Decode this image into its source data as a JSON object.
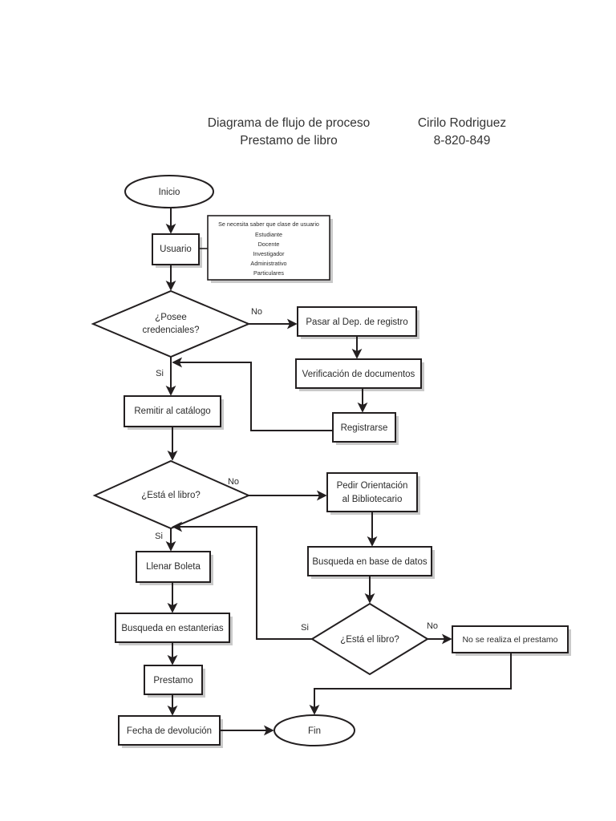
{
  "document": {
    "heading_title_line1": "Diagrama de flujo de proceso",
    "heading_title_line2": "Prestamo de libro",
    "author_name": "Cirilo Rodriguez",
    "author_id": "8-820-849",
    "background_color": "#ffffff",
    "ink_color": "#231f20"
  },
  "chart_data": {
    "type": "diagram",
    "diagram_kind": "flowchart",
    "title": "Diagrama de flujo de proceso - Prestamo de libro",
    "nodes": [
      {
        "id": "inicio",
        "label": "Inicio",
        "shape": "terminator"
      },
      {
        "id": "usuario",
        "label": "Usuario",
        "shape": "process"
      },
      {
        "id": "nota_usuario",
        "label": "Se necesita saber que clase de usuario",
        "shape": "note"
      },
      {
        "id": "d_credenciales",
        "label": "¿Posee credenciales?",
        "shape": "decision"
      },
      {
        "id": "pasar_registro",
        "label": "Pasar al Dep. de registro",
        "shape": "process"
      },
      {
        "id": "verificacion",
        "label": "Verificación de documentos",
        "shape": "process"
      },
      {
        "id": "registrarse",
        "label": "Registrarse",
        "shape": "process"
      },
      {
        "id": "remitir_catalogo",
        "label": "Remitir al catálogo",
        "shape": "process"
      },
      {
        "id": "d_libro_1",
        "label": "¿Está el libro?",
        "shape": "decision"
      },
      {
        "id": "pedir_orientacion",
        "label": "Pedir Orientación al Bibliotecario",
        "shape": "process"
      },
      {
        "id": "busqueda_bd",
        "label": "Busqueda en base de datos",
        "shape": "process"
      },
      {
        "id": "d_libro_2",
        "label": "¿Está el libro?",
        "shape": "decision"
      },
      {
        "id": "no_prestamo",
        "label": "No se realiza el prestamo",
        "shape": "process"
      },
      {
        "id": "llenar_boleta",
        "label": "Llenar Boleta",
        "shape": "process"
      },
      {
        "id": "busqueda_estanterias",
        "label": "Busqueda en estanterias",
        "shape": "process"
      },
      {
        "id": "prestamo",
        "label": "Prestamo",
        "shape": "process"
      },
      {
        "id": "fecha_devolucion",
        "label": "Fecha de devolución",
        "shape": "process"
      },
      {
        "id": "fin",
        "label": "Fin",
        "shape": "terminator"
      }
    ],
    "edges": [
      {
        "from": "inicio",
        "to": "usuario",
        "label": ""
      },
      {
        "from": "usuario",
        "to": "nota_usuario",
        "label": ""
      },
      {
        "from": "usuario",
        "to": "d_credenciales",
        "label": ""
      },
      {
        "from": "d_credenciales",
        "to": "pasar_registro",
        "label": "No"
      },
      {
        "from": "d_credenciales",
        "to": "remitir_catalogo",
        "label": "Si"
      },
      {
        "from": "pasar_registro",
        "to": "verificacion",
        "label": ""
      },
      {
        "from": "verificacion",
        "to": "registrarse",
        "label": ""
      },
      {
        "from": "registrarse",
        "to": "remitir_catalogo",
        "label": ""
      },
      {
        "from": "remitir_catalogo",
        "to": "d_libro_1",
        "label": ""
      },
      {
        "from": "d_libro_1",
        "to": "pedir_orientacion",
        "label": "No"
      },
      {
        "from": "d_libro_1",
        "to": "llenar_boleta",
        "label": "Si"
      },
      {
        "from": "pedir_orientacion",
        "to": "busqueda_bd",
        "label": ""
      },
      {
        "from": "busqueda_bd",
        "to": "d_libro_2",
        "label": ""
      },
      {
        "from": "d_libro_2",
        "to": "no_prestamo",
        "label": "No"
      },
      {
        "from": "d_libro_2",
        "to": "llenar_boleta",
        "label": "Si"
      },
      {
        "from": "no_prestamo",
        "to": "fin",
        "label": ""
      },
      {
        "from": "llenar_boleta",
        "to": "busqueda_estanterias",
        "label": ""
      },
      {
        "from": "busqueda_estanterias",
        "to": "prestamo",
        "label": ""
      },
      {
        "from": "prestamo",
        "to": "fecha_devolucion",
        "label": ""
      },
      {
        "from": "fecha_devolucion",
        "to": "fin",
        "label": ""
      }
    ]
  },
  "nodes": {
    "inicio": {
      "label": "Inicio"
    },
    "usuario": {
      "label": "Usuario"
    },
    "d_credenciales": {
      "line1": "¿Posee",
      "line2": "credenciales?"
    },
    "pasar_registro": {
      "label": "Pasar al Dep. de registro"
    },
    "verificacion": {
      "label": "Verificación de documentos"
    },
    "registrarse": {
      "label": "Registrarse"
    },
    "remitir_catalogo": {
      "label": "Remitir al catálogo"
    },
    "d_libro_1": {
      "label": "¿Está el libro?"
    },
    "pedir_orientacion": {
      "line1": "Pedir Orientación",
      "line2": "al Bibliotecario"
    },
    "busqueda_bd": {
      "label": "Busqueda en base de datos"
    },
    "d_libro_2": {
      "label": "¿Está el libro?"
    },
    "no_prestamo": {
      "label": "No se realiza el prestamo"
    },
    "llenar_boleta": {
      "label": "Llenar Boleta"
    },
    "busqueda_estanterias": {
      "label": "Busqueda en estanterias"
    },
    "prestamo": {
      "label": "Prestamo"
    },
    "fecha_devolucion": {
      "label": "Fecha de devolución"
    },
    "fin": {
      "label": "Fin"
    }
  },
  "note": {
    "heading": "Se necesita saber que clase de usuario",
    "items": [
      "Estudiante",
      "Docente",
      "Investigador",
      "Administrativo",
      "Particulares"
    ]
  },
  "edge_labels": {
    "credenciales_no": "No",
    "credenciales_si": "Si",
    "libro1_no": "No",
    "libro1_si": "Si",
    "libro2_no": "No",
    "libro2_si": "Si"
  }
}
